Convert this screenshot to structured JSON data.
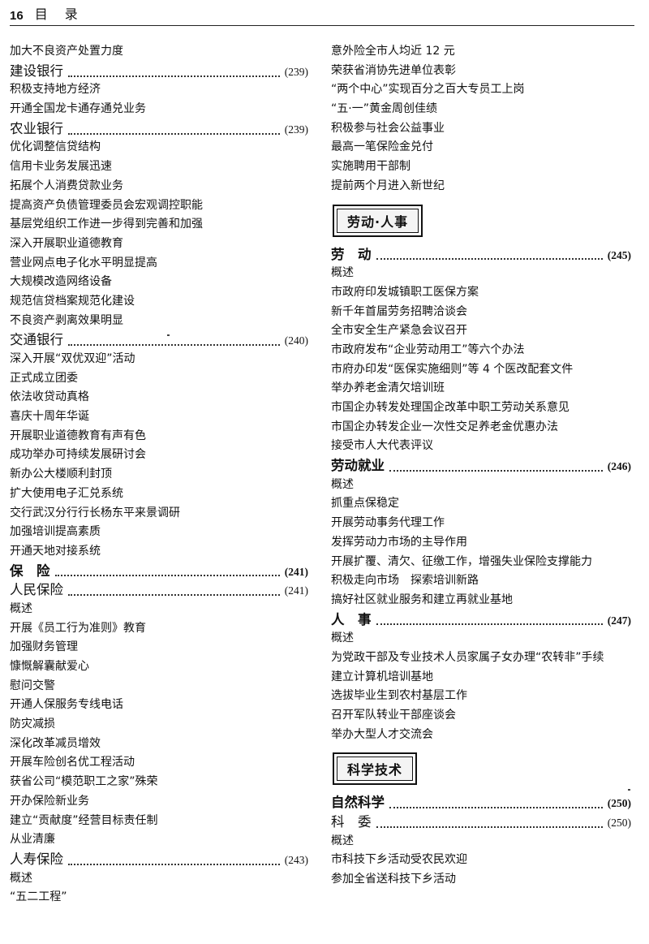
{
  "header": {
    "page_number": "16",
    "title": "目 录"
  },
  "left": [
    {
      "kind": "item",
      "text": "加大不良资产处置力度"
    },
    {
      "kind": "head",
      "text": "建设银行",
      "page": "(239)"
    },
    {
      "kind": "item",
      "text": "积极支持地方经济"
    },
    {
      "kind": "item",
      "text": "开通全国龙卡通存通兑业务"
    },
    {
      "kind": "head",
      "text": "农业银行",
      "page": "(239)"
    },
    {
      "kind": "item",
      "text": "优化调整信贷结构"
    },
    {
      "kind": "item",
      "text": "信用卡业务发展迅速"
    },
    {
      "kind": "item",
      "text": "拓展个人消费贷款业务"
    },
    {
      "kind": "item",
      "text": "提高资产负债管理委员会宏观调控职能"
    },
    {
      "kind": "item",
      "text": "基层党组织工作进一步得到完善和加强"
    },
    {
      "kind": "item",
      "text": "深入开展职业道德教育"
    },
    {
      "kind": "item",
      "text": "营业网点电子化水平明显提高"
    },
    {
      "kind": "item",
      "text": "大规模改造网络设备"
    },
    {
      "kind": "item",
      "text": "规范信贷档案规范化建设"
    },
    {
      "kind": "item",
      "text": "不良资产剥离效果明显"
    },
    {
      "kind": "head",
      "text": "交通银行",
      "page": "(240)"
    },
    {
      "kind": "item",
      "text": "深入开展“双优双迎”活动"
    },
    {
      "kind": "item",
      "text": "正式成立团委"
    },
    {
      "kind": "item",
      "text": "依法收贷动真格"
    },
    {
      "kind": "item",
      "text": "喜庆十周年华诞"
    },
    {
      "kind": "item",
      "text": "开展职业道德教育有声有色"
    },
    {
      "kind": "item",
      "text": "成功举办可持续发展研讨会"
    },
    {
      "kind": "item",
      "text": "新办公大楼顺利封顶"
    },
    {
      "kind": "item",
      "text": "扩大使用电子汇兑系统"
    },
    {
      "kind": "item",
      "text": "交行武汉分行行长杨东平来景调研"
    },
    {
      "kind": "item",
      "text": "加强培训提高素质"
    },
    {
      "kind": "item",
      "text": "开通天地对接系统"
    },
    {
      "kind": "head",
      "bold": true,
      "text": "保　险",
      "page": "(241)"
    },
    {
      "kind": "head",
      "text": "人民保险",
      "page": "(241)"
    },
    {
      "kind": "item",
      "text": "概述"
    },
    {
      "kind": "item",
      "text": "开展《员工行为准则》教育"
    },
    {
      "kind": "item",
      "text": "加强财务管理"
    },
    {
      "kind": "item",
      "text": "慷慨解囊献爱心"
    },
    {
      "kind": "item",
      "text": "慰问交警"
    },
    {
      "kind": "item",
      "text": "开通人保服务专线电话"
    },
    {
      "kind": "item",
      "text": "防灾减损"
    },
    {
      "kind": "item",
      "text": "深化改革减员增效"
    },
    {
      "kind": "item",
      "text": "开展车险创名优工程活动"
    },
    {
      "kind": "item",
      "text": "获省公司“模范职工之家”殊荣"
    },
    {
      "kind": "item",
      "text": "开办保险新业务"
    },
    {
      "kind": "item",
      "text": "建立“贡献度”经营目标责任制"
    },
    {
      "kind": "item",
      "text": "从业清廉"
    },
    {
      "kind": "head",
      "text": "人寿保险",
      "page": "(243)"
    },
    {
      "kind": "item",
      "text": "概述"
    },
    {
      "kind": "item",
      "text": "“五二工程”"
    }
  ],
  "right": [
    {
      "kind": "item",
      "text": "意外险全市人均近 12 元"
    },
    {
      "kind": "item",
      "text": "荣获省消协先进单位表彰"
    },
    {
      "kind": "item",
      "text": "“两个中心”实现百分之百大专员工上岗"
    },
    {
      "kind": "item",
      "text": "“五·一”黄金周创佳绩"
    },
    {
      "kind": "item",
      "text": "积极参与社会公益事业"
    },
    {
      "kind": "item",
      "text": "最高一笔保险金兑付"
    },
    {
      "kind": "item",
      "text": "实施聘用干部制"
    },
    {
      "kind": "item",
      "text": "提前两个月进入新世纪"
    },
    {
      "kind": "box",
      "text": "劳动·人事"
    },
    {
      "kind": "head",
      "bold": true,
      "text": "劳　动",
      "page": "(245)"
    },
    {
      "kind": "item",
      "text": "概述"
    },
    {
      "kind": "item",
      "text": "市政府印发城镇职工医保方案"
    },
    {
      "kind": "item",
      "text": "新千年首届劳务招聘洽谈会"
    },
    {
      "kind": "item",
      "text": "全市安全生产紧急会议召开"
    },
    {
      "kind": "item",
      "text": "市政府发布“企业劳动用工”等六个办法"
    },
    {
      "kind": "item",
      "text": "市府办印发“医保实施细则”等 4 个医改配套文件"
    },
    {
      "kind": "item",
      "text": "举办养老金清欠培训班"
    },
    {
      "kind": "item",
      "text": "市国企办转发处理国企改革中职工劳动关系意见"
    },
    {
      "kind": "item",
      "text": "市国企办转发企业一次性交足养老金优惠办法"
    },
    {
      "kind": "item",
      "text": "接受市人大代表评议"
    },
    {
      "kind": "head",
      "bold": true,
      "text": "劳动就业",
      "page": "(246)"
    },
    {
      "kind": "item",
      "text": "概述"
    },
    {
      "kind": "item",
      "text": "抓重点保稳定"
    },
    {
      "kind": "item",
      "text": "开展劳动事务代理工作"
    },
    {
      "kind": "item",
      "text": "发挥劳动力市场的主导作用"
    },
    {
      "kind": "item",
      "text": "开展扩覆、清欠、征缴工作，增强失业保险支撑能力"
    },
    {
      "kind": "item",
      "text": "积极走向市场　探索培训新路"
    },
    {
      "kind": "item",
      "text": "搞好社区就业服务和建立再就业基地"
    },
    {
      "kind": "head",
      "bold": true,
      "text": "人　事",
      "page": "(247)"
    },
    {
      "kind": "item",
      "text": "概述"
    },
    {
      "kind": "item",
      "wrap": true,
      "text": "为党政干部及专业技术人员家属子女办理“农转非”手续"
    },
    {
      "kind": "item",
      "text": "建立计算机培训基地"
    },
    {
      "kind": "item",
      "text": "选拔毕业生到农村基层工作"
    },
    {
      "kind": "item",
      "text": "召开军队转业干部座谈会"
    },
    {
      "kind": "item",
      "text": "举办大型人才交流会"
    },
    {
      "kind": "box",
      "text": "科学技术"
    },
    {
      "kind": "head",
      "bold": true,
      "text": "自然科学",
      "page": "(250)"
    },
    {
      "kind": "head",
      "text": "科　委",
      "page": "(250)"
    },
    {
      "kind": "item",
      "text": "概述"
    },
    {
      "kind": "item",
      "text": "市科技下乡活动受农民欢迎"
    },
    {
      "kind": "item",
      "text": "参加全省送科技下乡活动"
    }
  ]
}
